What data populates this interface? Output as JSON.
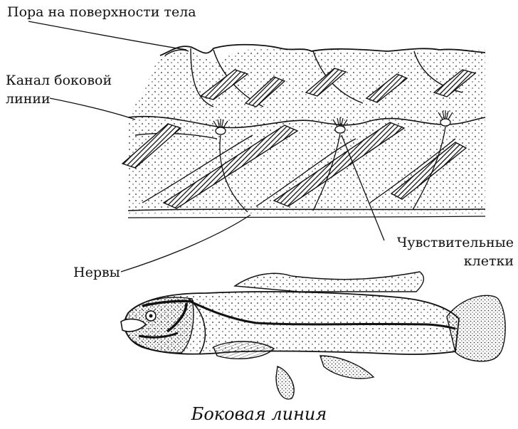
{
  "labels": {
    "pore": "Пора на поверхности тела",
    "canal_line1": "Канал боковой",
    "canal_line2": "линии",
    "sensory_line1": "Чувствительные",
    "sensory_line2": "клетки",
    "nerves": "Нервы"
  },
  "caption": "Боковая линия"
}
